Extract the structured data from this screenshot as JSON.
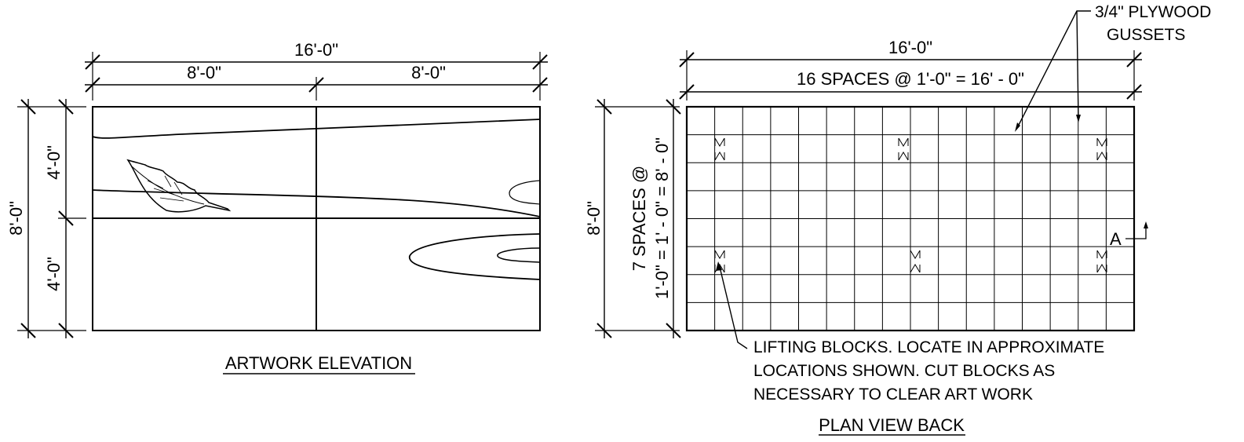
{
  "artwork": {
    "title": "ARTWORK ELEVATION",
    "dim_overall_width": "16'-0\"",
    "dim_left_half": "8'-0\"",
    "dim_right_half": "8'-0\"",
    "dim_overall_height": "8'-0\"",
    "dim_upper_half": "4'-0\"",
    "dim_lower_half": "4'-0\""
  },
  "plan": {
    "title": "PLAN VIEW BACK",
    "dim_overall_width": "16'-0\"",
    "dim_spacing": "16 SPACES @ 1'-0\" = 16' - 0\"",
    "dim_overall_height": "8'-0\"",
    "dim_vertical_line1": "7 SPACES @",
    "dim_vertical_line2": "1'-0\" = 1' - 0\" = 8' - 0\"",
    "gusset_note_line1": "3/4\" PLYWOOD",
    "gusset_note_line2": "GUSSETS",
    "lifting_note_line1": "LIFTING BLOCKS. LOCATE IN APPROXIMATE",
    "lifting_note_line2": "LOCATIONS SHOWN. CUT BLOCKS AS",
    "lifting_note_line3": "NECESSARY TO CLEAR ART WORK",
    "section_marker": "A"
  }
}
